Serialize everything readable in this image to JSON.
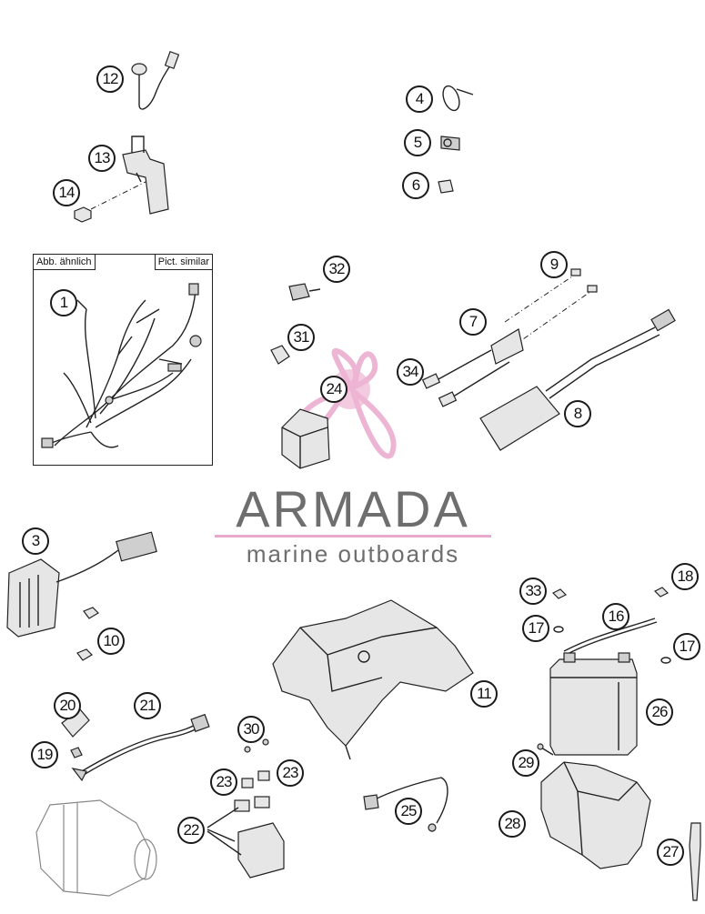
{
  "brand": {
    "name": "ARMADA",
    "tagline": "marine outboards",
    "logo_color": "#e9a9cc",
    "text_color": "#6e6e6e"
  },
  "inset": {
    "label_left": "Abb. ähnlich",
    "label_right": "Pict. similar"
  },
  "callouts": [
    {
      "id": "c1",
      "label": "1"
    },
    {
      "id": "c3",
      "label": "3"
    },
    {
      "id": "c4",
      "label": "4"
    },
    {
      "id": "c5",
      "label": "5"
    },
    {
      "id": "c6",
      "label": "6"
    },
    {
      "id": "c7",
      "label": "7"
    },
    {
      "id": "c8",
      "label": "8"
    },
    {
      "id": "c9",
      "label": "9"
    },
    {
      "id": "c10",
      "label": "10"
    },
    {
      "id": "c11",
      "label": "11"
    },
    {
      "id": "c12",
      "label": "12"
    },
    {
      "id": "c13",
      "label": "13"
    },
    {
      "id": "c14",
      "label": "14"
    },
    {
      "id": "c16",
      "label": "16"
    },
    {
      "id": "c17a",
      "label": "17"
    },
    {
      "id": "c17b",
      "label": "17"
    },
    {
      "id": "c18",
      "label": "18"
    },
    {
      "id": "c19",
      "label": "19"
    },
    {
      "id": "c20",
      "label": "20"
    },
    {
      "id": "c21",
      "label": "21"
    },
    {
      "id": "c22",
      "label": "22"
    },
    {
      "id": "c23a",
      "label": "23"
    },
    {
      "id": "c23b",
      "label": "23"
    },
    {
      "id": "c24",
      "label": "24"
    },
    {
      "id": "c25",
      "label": "25"
    },
    {
      "id": "c26",
      "label": "26"
    },
    {
      "id": "c27",
      "label": "27"
    },
    {
      "id": "c28",
      "label": "28"
    },
    {
      "id": "c29",
      "label": "29"
    },
    {
      "id": "c30",
      "label": "30"
    },
    {
      "id": "c31",
      "label": "31"
    },
    {
      "id": "c32",
      "label": "32"
    },
    {
      "id": "c33",
      "label": "33"
    },
    {
      "id": "c34",
      "label": "34"
    }
  ]
}
